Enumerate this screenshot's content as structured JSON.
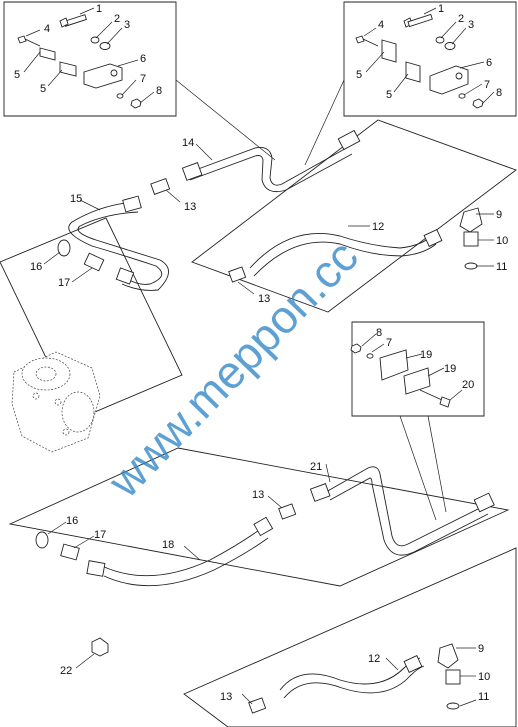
{
  "diagram": {
    "watermark": "www.meppon.cc",
    "part_numbers": [
      "1",
      "2",
      "3",
      "4",
      "5",
      "6",
      "7",
      "8",
      "9",
      "10",
      "11",
      "12",
      "13",
      "14",
      "15",
      "16",
      "17",
      "18",
      "19",
      "20",
      "21",
      "22"
    ]
  }
}
